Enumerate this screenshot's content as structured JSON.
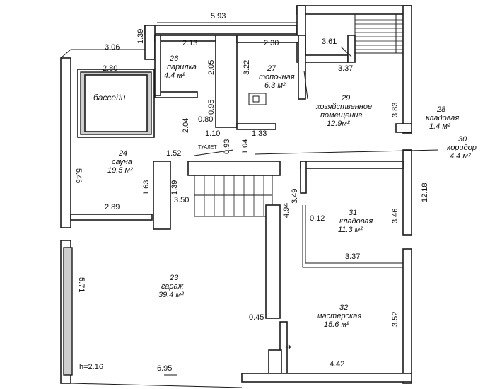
{
  "rooms": {
    "r26": {
      "num": "26",
      "name": "парилка",
      "area": "4.4 м²"
    },
    "r27": {
      "num": "27",
      "name": "топочная",
      "area": "6.3 м²"
    },
    "r29": {
      "num": "29",
      "name1": "хозяйственное",
      "name2": "помещение",
      "area": "12.9м²"
    },
    "r28": {
      "num": "28",
      "name": "кладовая",
      "area": "1.4 м²"
    },
    "r30": {
      "num": "30",
      "name": "коридор",
      "area": "4.4 м²"
    },
    "r24": {
      "num": "24",
      "name": "сауна",
      "area": "19.5 м²"
    },
    "r31": {
      "num": "31",
      "name": "кладовая",
      "area": "11.3 м²"
    },
    "r23": {
      "num": "23",
      "name": "гараж",
      "area": "39.4 м²"
    },
    "r32": {
      "num": "32",
      "name": "мастерская",
      "area": "15.6 м²"
    }
  },
  "labels": {
    "pool": "бассейн",
    "toilet": "ТУАЛЕТ"
  },
  "dimensions": {
    "d593": "5.93",
    "d139a": "1.39",
    "d306": "3.06",
    "d213": "2.13",
    "d230": "2.30",
    "d361": "3.61",
    "d280": "2.80",
    "d205": "2.05",
    "d322": "3.22",
    "d337a": "3.37",
    "d095": "0.95",
    "d080": "0.80",
    "d383": "3.83",
    "d204": "2.04",
    "d110": "1.10",
    "d133": "1.33",
    "d093": "0.93",
    "d104": "1.04",
    "d546": "5.46",
    "d152": "1.52",
    "d163": "1.63",
    "d139b": "1.39",
    "d350": "3.50",
    "d349": "3.49",
    "d1218": "12.18",
    "d289": "2.89",
    "d494": "4.94",
    "d012": "0.12",
    "d346": "3.46",
    "d337b": "3.37",
    "d571": "5.71",
    "d045": "0.45",
    "d352": "3.52",
    "dh216": "h=2.16",
    "d695": "6.95",
    "d442": "4.42"
  }
}
